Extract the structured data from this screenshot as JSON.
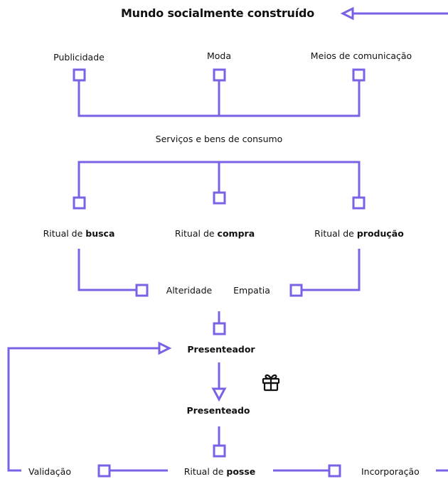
{
  "colors": {
    "accent": "#7b61e6",
    "text": "#111111",
    "background": "#ffffff"
  },
  "title": "Mundo socialmente construído",
  "top_sources": [
    "Publicidade",
    "Moda",
    "Meios de comunicação"
  ],
  "services": "Serviços e bens de consumo",
  "rituals": {
    "busca": {
      "prefix": "Ritual de ",
      "bold": "busca"
    },
    "compra": {
      "prefix": "Ritual de ",
      "bold": "compra"
    },
    "producao": {
      "prefix": "Ritual de ",
      "bold": "produção"
    }
  },
  "alteridade": "Alteridade",
  "empatia": "Empatia",
  "presenteador": "Presenteador",
  "presenteado": "Presenteado",
  "gift_icon": "gift-icon",
  "posse": {
    "prefix": "Ritual de ",
    "bold": "posse"
  },
  "validacao": "Validação",
  "incorporacao": "Incorporação"
}
